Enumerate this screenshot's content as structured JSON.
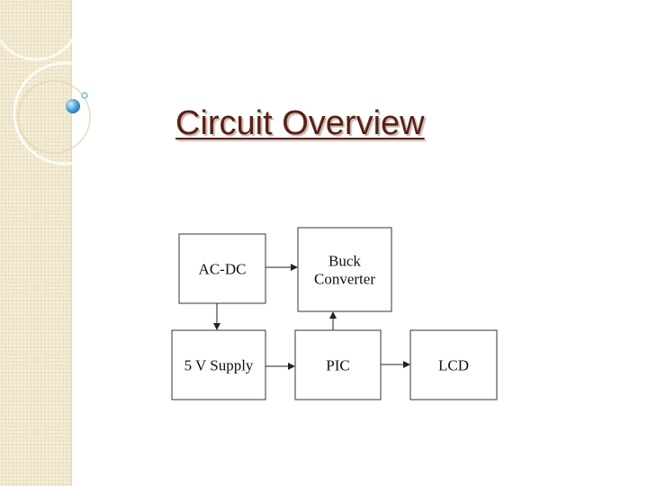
{
  "slide": {
    "title": "Circuit Overview"
  },
  "diagram": {
    "nodes": [
      {
        "id": "acdc",
        "lines": [
          "AC-DC"
        ]
      },
      {
        "id": "buck",
        "lines": [
          "Buck",
          "Converter"
        ]
      },
      {
        "id": "supply",
        "lines": [
          "5 V Supply"
        ]
      },
      {
        "id": "pic",
        "lines": [
          "PIC"
        ]
      },
      {
        "id": "lcd",
        "lines": [
          "LCD"
        ]
      }
    ],
    "edges": [
      {
        "from": "acdc",
        "to": "buck"
      },
      {
        "from": "acdc",
        "to": "supply"
      },
      {
        "from": "supply",
        "to": "pic"
      },
      {
        "from": "pic",
        "to": "buck"
      },
      {
        "from": "pic",
        "to": "lcd"
      }
    ]
  },
  "colors": {
    "title": "#5a1f12",
    "sidebar": "#f3ebd3",
    "accent_ball": "#5aa7d6"
  }
}
